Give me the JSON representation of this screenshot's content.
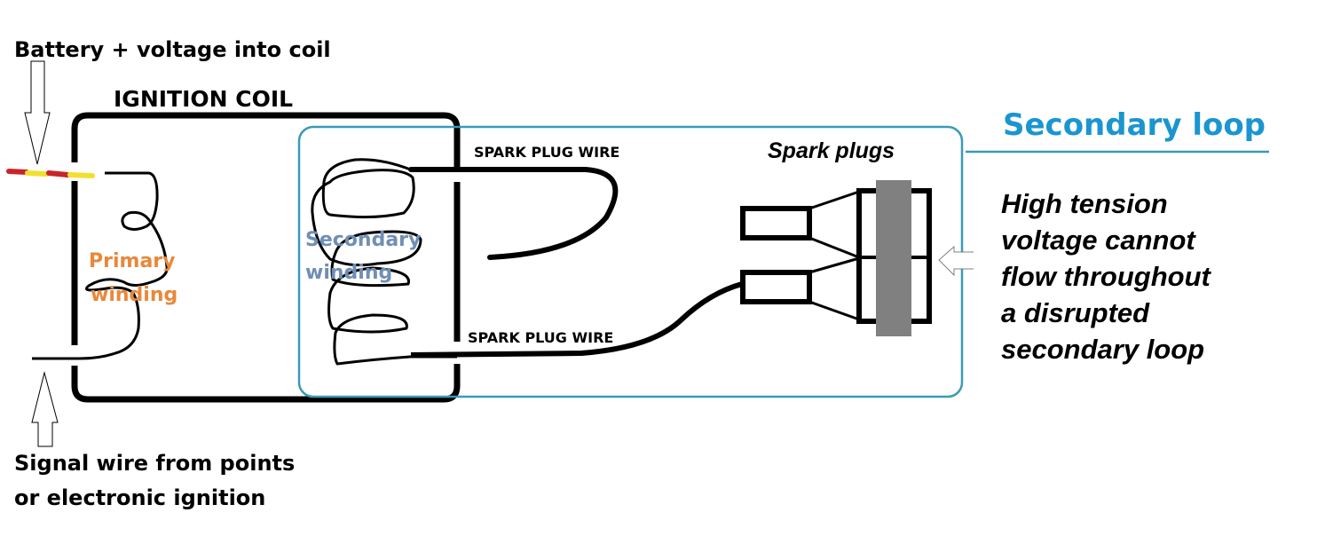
{
  "title": "Ignition coil secondary loop diagram",
  "labels": {
    "battery_input": "Battery + voltage into coil",
    "coil_title": "IGNITION COIL",
    "primary_winding": [
      "Primary",
      "winding"
    ],
    "secondary_winding": [
      "Secondary",
      "winding"
    ],
    "spark_plug_wire_top": "SPARK PLUG WIRE",
    "spark_plug_wire_bottom": "SPARK PLUG WIRE",
    "spark_plugs": "Spark plugs",
    "signal_wire": [
      "Signal wire from points",
      "or electronic ignition"
    ],
    "secondary_loop_heading": "Secondary loop",
    "explanation": [
      "High tension",
      "voltage cannot",
      "flow throughout",
      "a disrupted",
      "secondary loop"
    ]
  },
  "colors": {
    "ink": "#000000",
    "loop_outline": "#3a9ab8",
    "heading_blue": "#1b95d0",
    "primary_label": "#e8883a",
    "secondary_label": "#6f8fb5",
    "wire_red": "#c8252a",
    "wire_yellow": "#f2e030",
    "insulator_gray": "#808080"
  }
}
